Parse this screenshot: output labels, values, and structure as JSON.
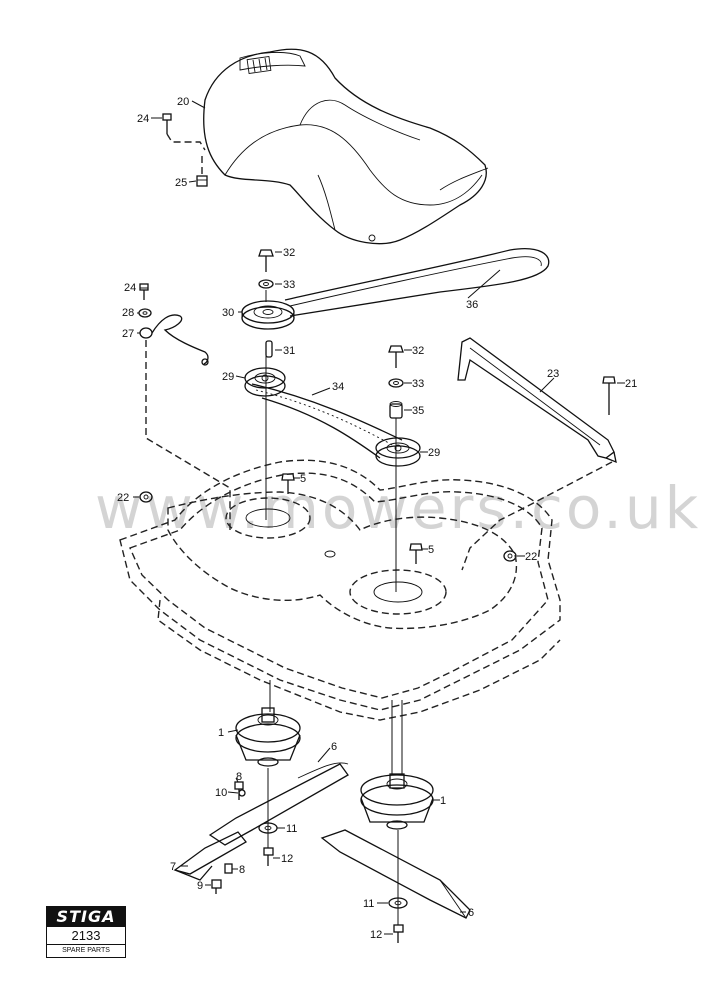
{
  "watermark": "www.mowers.co.uk",
  "badge": {
    "brand": "STIGA",
    "number": "2133",
    "caption": "SPARE PARTS"
  },
  "callouts": [
    "20",
    "24",
    "25",
    "32",
    "33",
    "24",
    "28",
    "30",
    "27",
    "36",
    "31",
    "32",
    "23",
    "21",
    "29",
    "34",
    "33",
    "35",
    "29",
    "22",
    "5",
    "5",
    "22",
    "1",
    "6",
    "8",
    "10",
    "11",
    "1",
    "7",
    "8",
    "12",
    "9",
    "11",
    "6",
    "12"
  ]
}
